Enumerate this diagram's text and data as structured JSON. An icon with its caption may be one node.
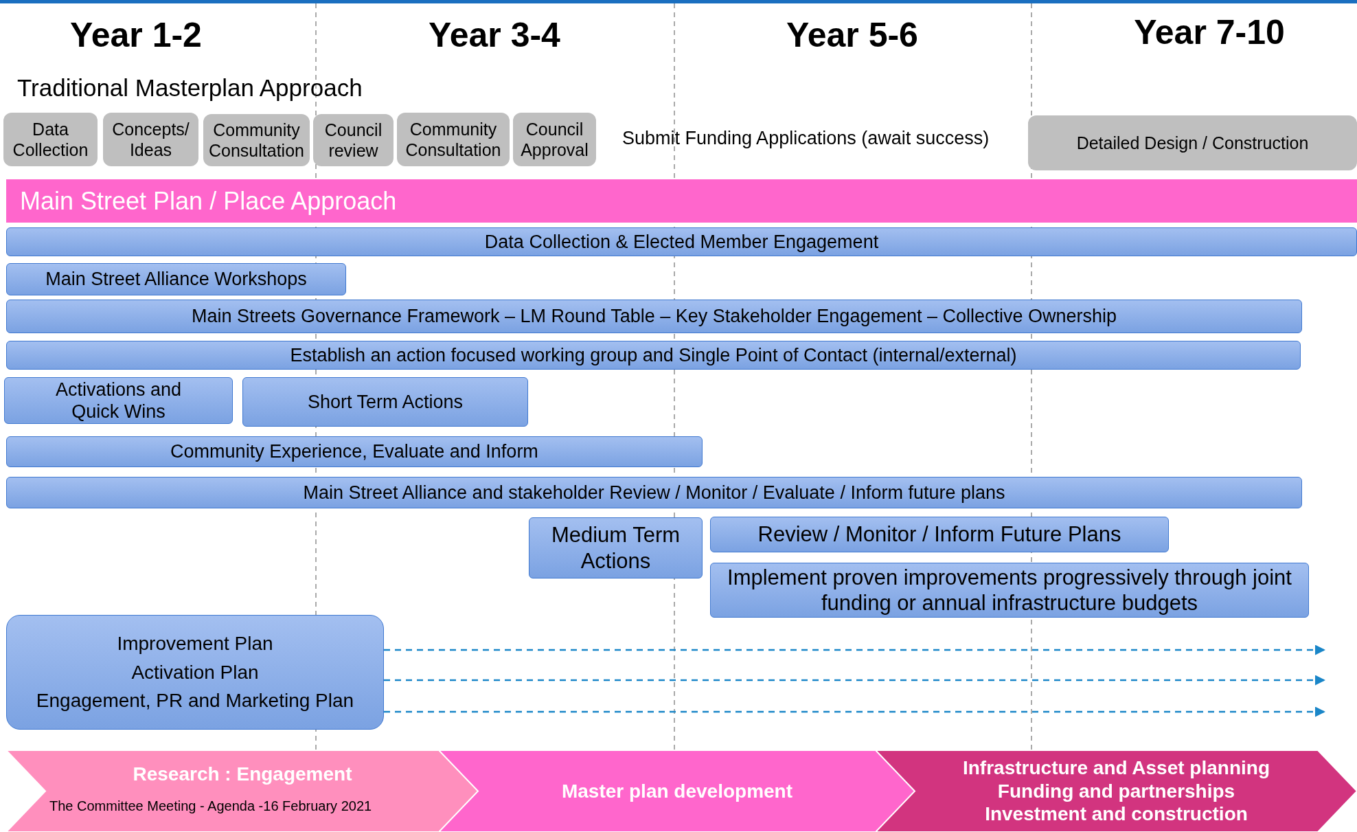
{
  "diagram": {
    "nodes": [
      {
        "text": [
          "Data Collection"
        ]
      },
      {
        "text": [
          "Concepts/ Ideas"
        ]
      },
      {
        "text": [
          "Community Consultation"
        ]
      },
      {
        "text": [
          "Council review"
        ]
      },
      {
        "text": [
          "Community Consultation"
        ]
      },
      {
        "text": [
          "Council Approval"
        ]
      },
      {
        "text": [
          "Detailed Design / Construction"
        ]
      },
      {
        "text": [
          "Main Street Plan / Place Approach"
        ]
      },
      {
        "text": [
          "Data Collection & Elected Member Engagement"
        ]
      },
      {
        "text": [
          "Main Street Alliance Workshops"
        ]
      },
      {
        "text": [
          "Main Streets Governance Framework – LM Round Table – Key Stakeholder Engagement – Collective Ownership"
        ]
      },
      {
        "text": [
          "Establish an action focused working group and Single Point of Contact (internal/external)"
        ]
      },
      {
        "text": [
          "Activations and Quick Wins"
        ]
      },
      {
        "text": [
          "Short Term Actions"
        ]
      },
      {
        "text": [
          "Community Experience, Evaluate and Inform"
        ]
      },
      {
        "text": [
          "Main Street Alliance and stakeholder Review / Monitor / Evaluate / Inform future plans"
        ]
      },
      {
        "text": [
          "Medium Term Actions"
        ]
      },
      {
        "text": [
          "Review / Monitor / Inform Future Plans"
        ]
      },
      {
        "text": [
          "Implement proven improvements progressively through joint funding or annual infrastructure budgets"
        ]
      },
      {
        "text": [
          "Improvement Plan",
          "Activation Plan",
          "Engagement, PR and Marketing Plan"
        ]
      },
      {
        "text": [
          "Research : Engagement"
        ]
      },
      {
        "text": [
          "Master plan development"
        ]
      },
      {
        "text": [
          "Infrastructure and Asset planning",
          "Funding and partnerships",
          "Investment and construction"
        ]
      }
    ],
    "edges": [
      {
        "from": 19,
        "to": null,
        "arrow": "to",
        "style": "dashed",
        "color": "#1a86c8"
      },
      {
        "from": 19,
        "to": null,
        "arrow": "to",
        "style": "dashed",
        "color": "#1a86c8"
      },
      {
        "from": 19,
        "to": null,
        "arrow": "to",
        "style": "dashed",
        "color": "#1a86c8"
      }
    ],
    "labels": [
      "Year 1-2",
      "Year 3-4",
      "Year 5-6",
      "Year 7-10",
      "Traditional Masterplan Approach",
      "Submit Funding Applications (await success)",
      "The Committee Meeting - Agenda -16 February 2021"
    ]
  }
}
